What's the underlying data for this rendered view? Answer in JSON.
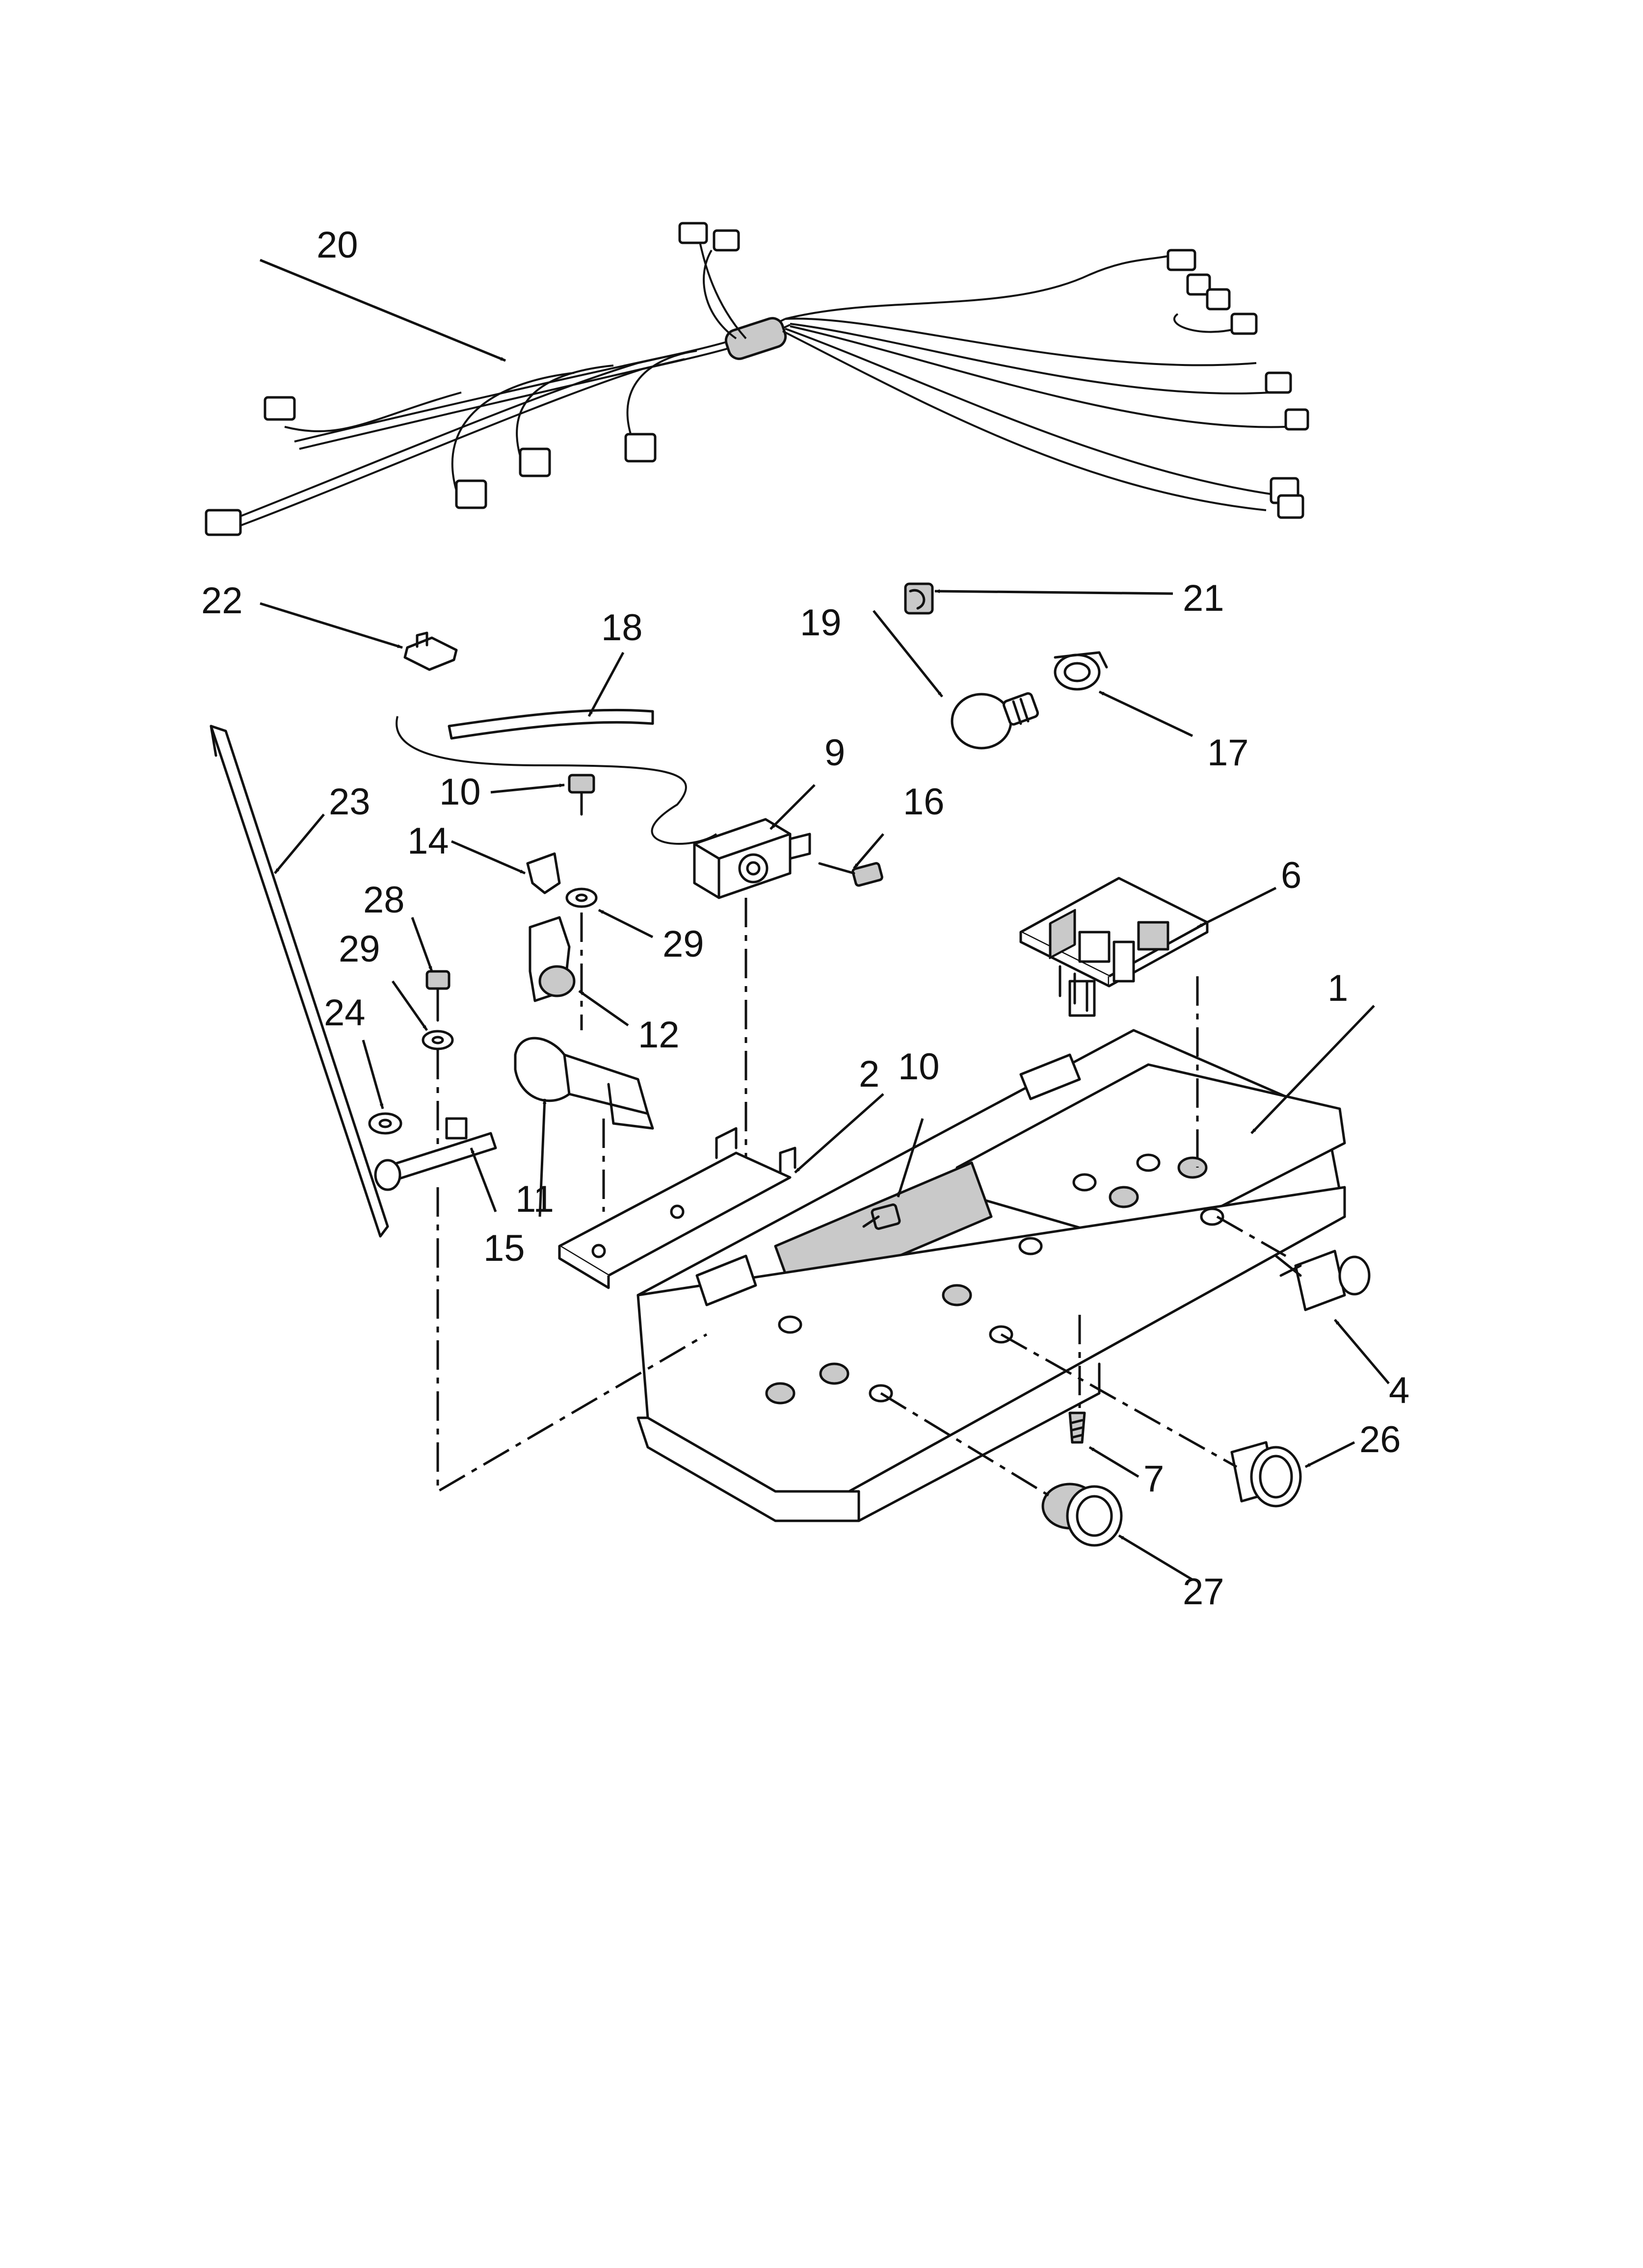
{
  "diagram": {
    "callouts": {
      "c1": "1",
      "c2": "2",
      "c4": "4",
      "c6": "6",
      "c7": "7",
      "c9": "9",
      "c10a": "10",
      "c10b": "10",
      "c11": "11",
      "c12": "12",
      "c14": "14",
      "c15": "15",
      "c16": "16",
      "c17": "17",
      "c18": "18",
      "c19": "19",
      "c20": "20",
      "c21": "21",
      "c22": "22",
      "c23": "23",
      "c24": "24",
      "c26": "26",
      "c27": "27",
      "c28": "28",
      "c29a": "29",
      "c29b": "29"
    }
  }
}
